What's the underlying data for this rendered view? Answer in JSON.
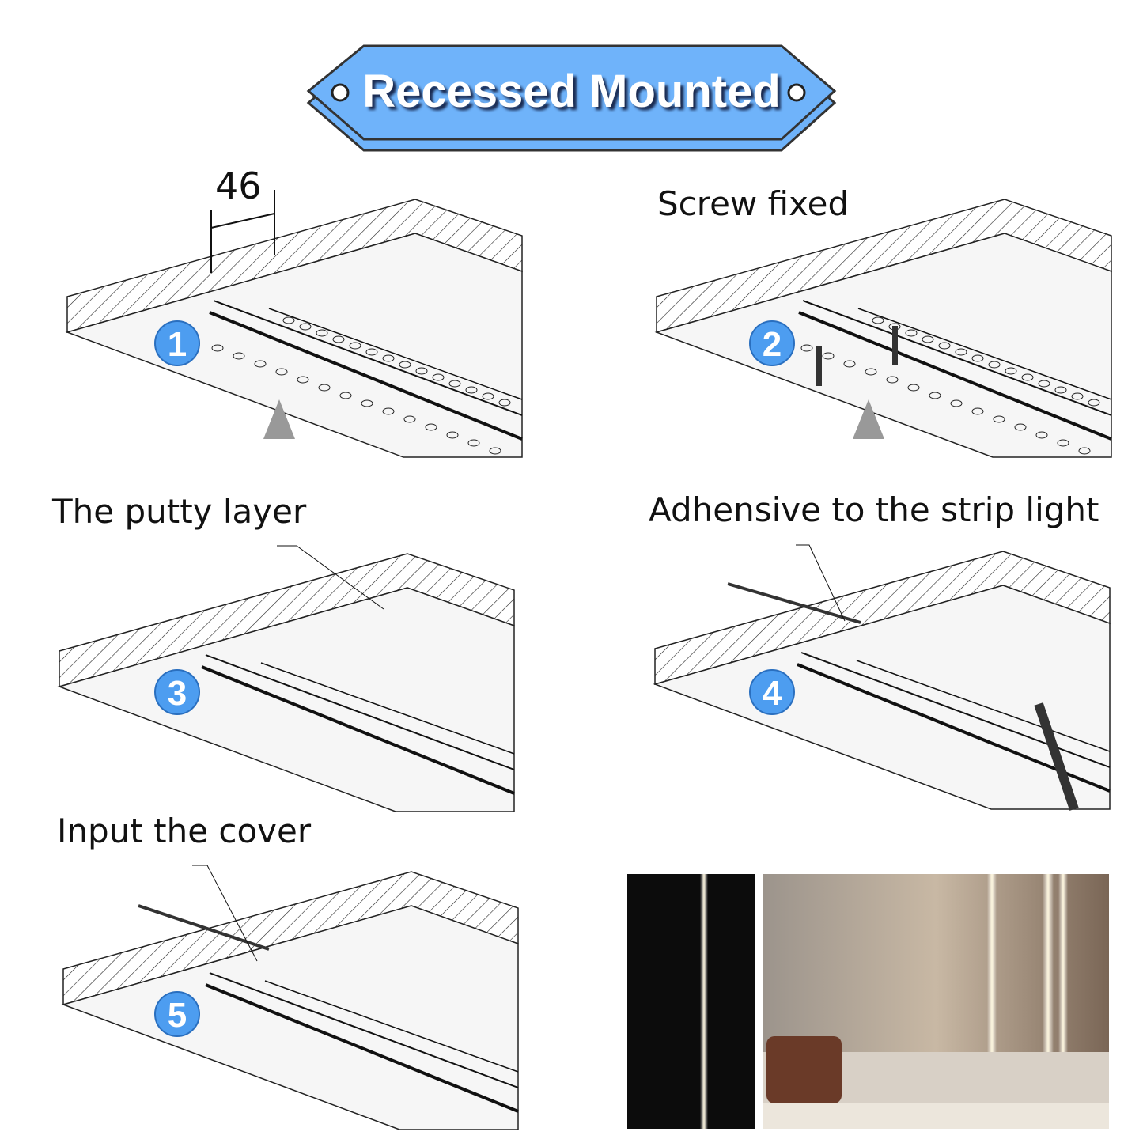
{
  "title": "Recessed Mounted",
  "dimension_label": "46",
  "steps": [
    {
      "number": "1",
      "label": ""
    },
    {
      "number": "2",
      "label": "Screw fixed"
    },
    {
      "number": "3",
      "label": "The putty layer"
    },
    {
      "number": "4",
      "label": "Adhensive to the strip light"
    },
    {
      "number": "5",
      "label": "Input the cover"
    }
  ],
  "colors": {
    "banner": "#6fb3fa",
    "badge": "#4d9df0",
    "arrow": "#999999"
  }
}
